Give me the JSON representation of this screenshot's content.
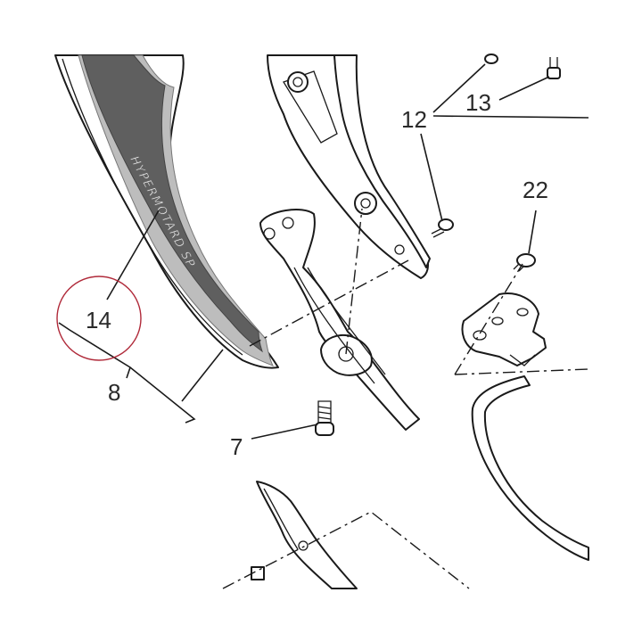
{
  "decal_text": "HYPERMOTARD SP",
  "callouts": {
    "c7": "7",
    "c8": "8",
    "c12": "12",
    "c13": "13",
    "c14": "14",
    "c22": "22"
  },
  "colors": {
    "line": "#1a1a1a",
    "decal_dark": "#5f5f5f",
    "decal_light": "#bdbdbd",
    "highlight_circle": "#b02a3a"
  }
}
